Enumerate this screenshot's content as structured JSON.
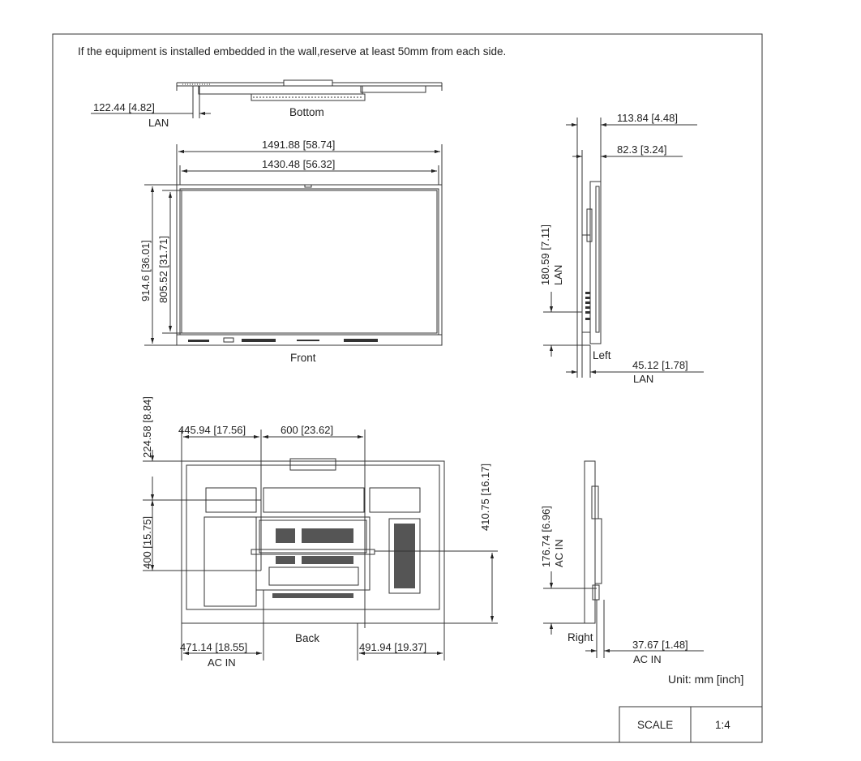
{
  "note": "If the equipment is installed embedded in the wall,reserve at least 50mm from each side.",
  "views": {
    "bottom": "Bottom",
    "front": "Front",
    "left": "Left",
    "back": "Back",
    "right": "Right"
  },
  "dimensions": {
    "bottom_lan": "122.44  [4.82]",
    "bottom_lan_label": "LAN",
    "front_width_outer": "1491.88  [58.74]",
    "front_width_inner": "1430.48  [56.32]",
    "front_height_outer": "914.6  [36.01]",
    "front_height_inner": "805.52  [31.71]",
    "left_depth_total": "113.84  [4.48]",
    "left_depth_body": "82.3  [3.24]",
    "left_lan_height": "180.59  [7.11]",
    "left_lan_height_label": "LAN",
    "left_lan_depth": "45.12  [1.78]",
    "left_lan_depth_label": "LAN",
    "back_top_offset": "224.58  [8.84]",
    "back_left_offset": "445.94  [17.56]",
    "back_vesa_width": "600  [23.62]",
    "back_vesa_height": "400  [15.75]",
    "back_right_height": "410.75  [16.17]",
    "back_acin_offset": "471.14  [18.55]",
    "back_acin_label": "AC IN",
    "back_right_offset": "491.94  [19.37]",
    "right_acin_height": "176.74  [6.96]",
    "right_acin_height_label": "AC IN",
    "right_acin_depth": "37.67  [1.48]",
    "right_acin_depth_label": "AC IN"
  },
  "unit": "Unit: mm [inch]",
  "scale": {
    "label": "SCALE",
    "value": "1:4"
  }
}
